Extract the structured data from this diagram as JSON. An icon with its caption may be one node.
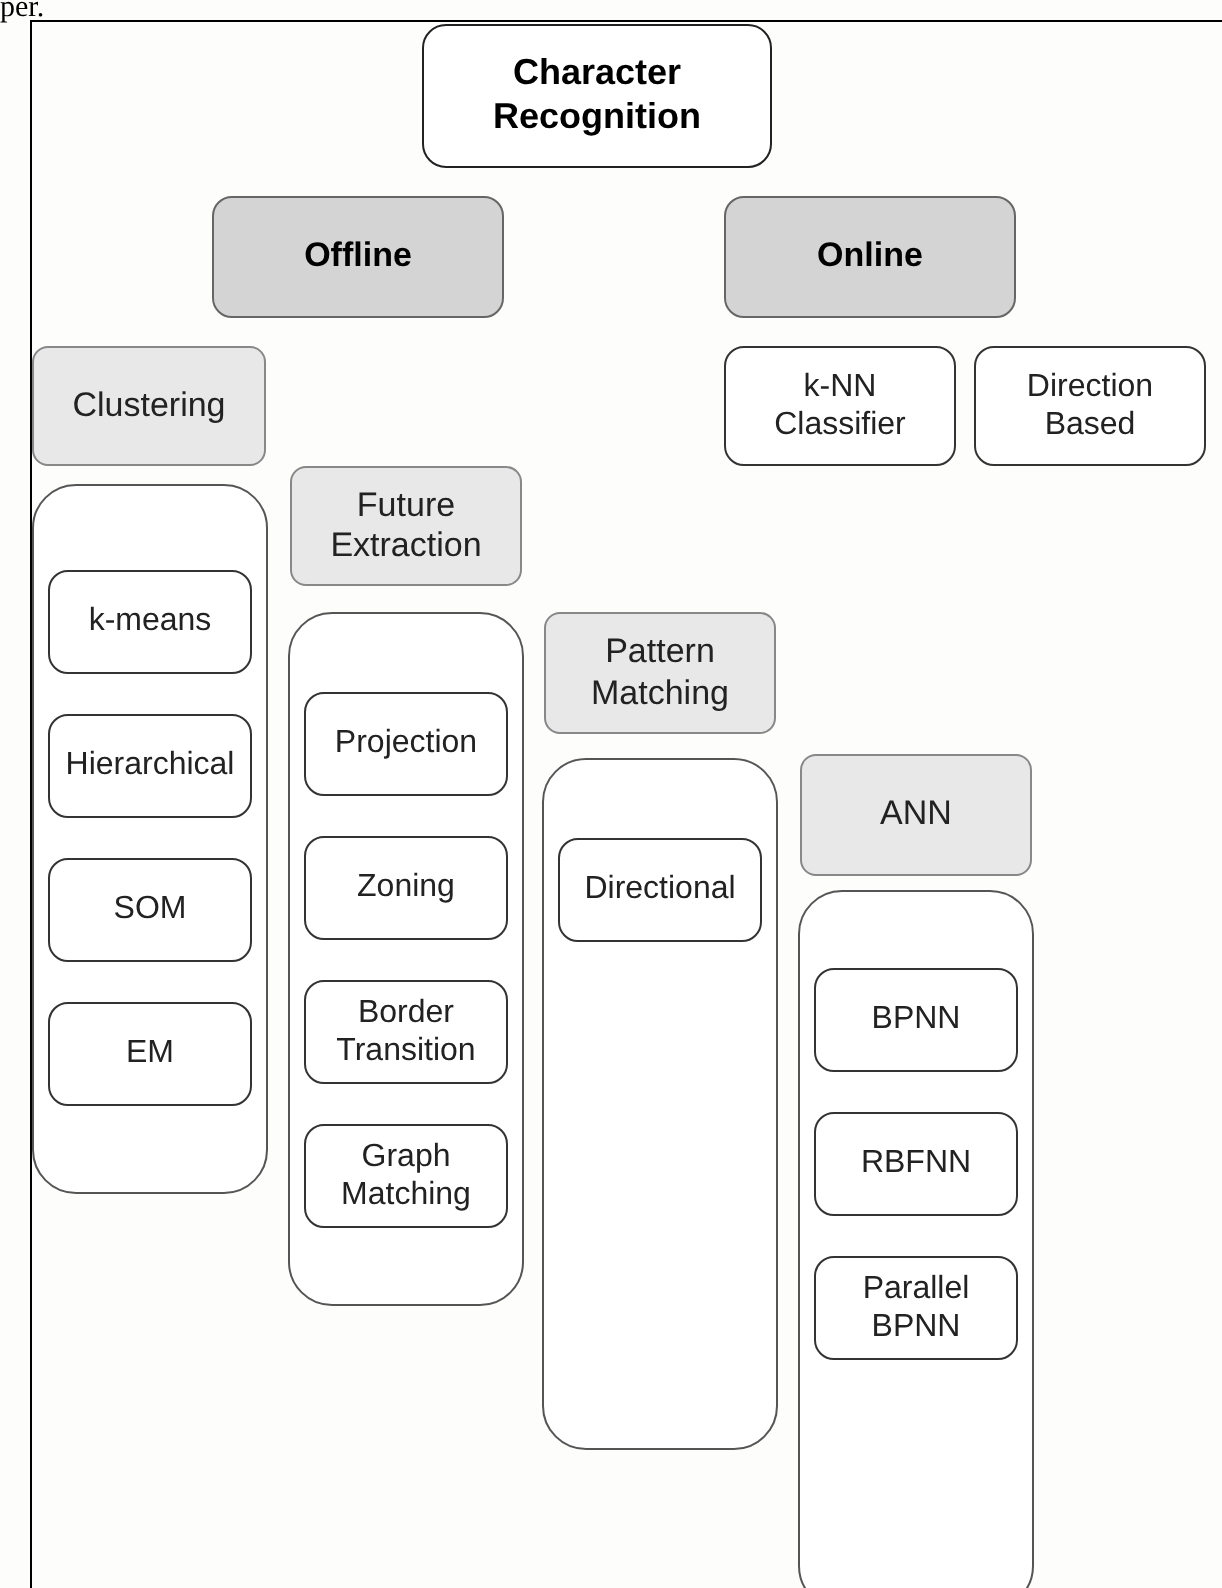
{
  "diagram": {
    "nodes": [
      {
        "text": [
          "Character Recognition"
        ]
      },
      {
        "text": [
          "Offline"
        ]
      },
      {
        "text": [
          "Online"
        ]
      },
      {
        "text": [
          "Clustering"
        ]
      },
      {
        "text": [
          "k-NN Classifier"
        ]
      },
      {
        "text": [
          "Direction Based"
        ]
      },
      {
        "text": [],
        "shape": "box"
      },
      {
        "text": [
          "k-means"
        ],
        "in": 6
      },
      {
        "text": [
          "Hierarchical"
        ],
        "in": 6
      },
      {
        "text": [
          "SOM"
        ],
        "in": 6
      },
      {
        "text": [
          "EM"
        ],
        "in": 6
      },
      {
        "text": [
          "Future Extraction"
        ]
      },
      {
        "text": [],
        "shape": "box"
      },
      {
        "text": [
          "Projection"
        ],
        "in": 12
      },
      {
        "text": [
          "Zoning"
        ],
        "in": 12
      },
      {
        "text": [
          "Border Transition"
        ],
        "in": 12
      },
      {
        "text": [
          "Graph Matching"
        ],
        "in": 12
      },
      {
        "text": [
          "Pattern Matching"
        ]
      },
      {
        "text": [],
        "shape": "box"
      },
      {
        "text": [
          "Directional"
        ],
        "in": 18
      },
      {
        "text": [
          "ANN"
        ]
      },
      {
        "text": [],
        "shape": "box"
      },
      {
        "text": [
          "BPNN"
        ],
        "in": 21
      },
      {
        "text": [
          "RBFNN"
        ],
        "in": 21
      },
      {
        "text": [
          "Parallel BPNN"
        ],
        "in": 21
      }
    ],
    "labels": [
      "per."
    ]
  }
}
